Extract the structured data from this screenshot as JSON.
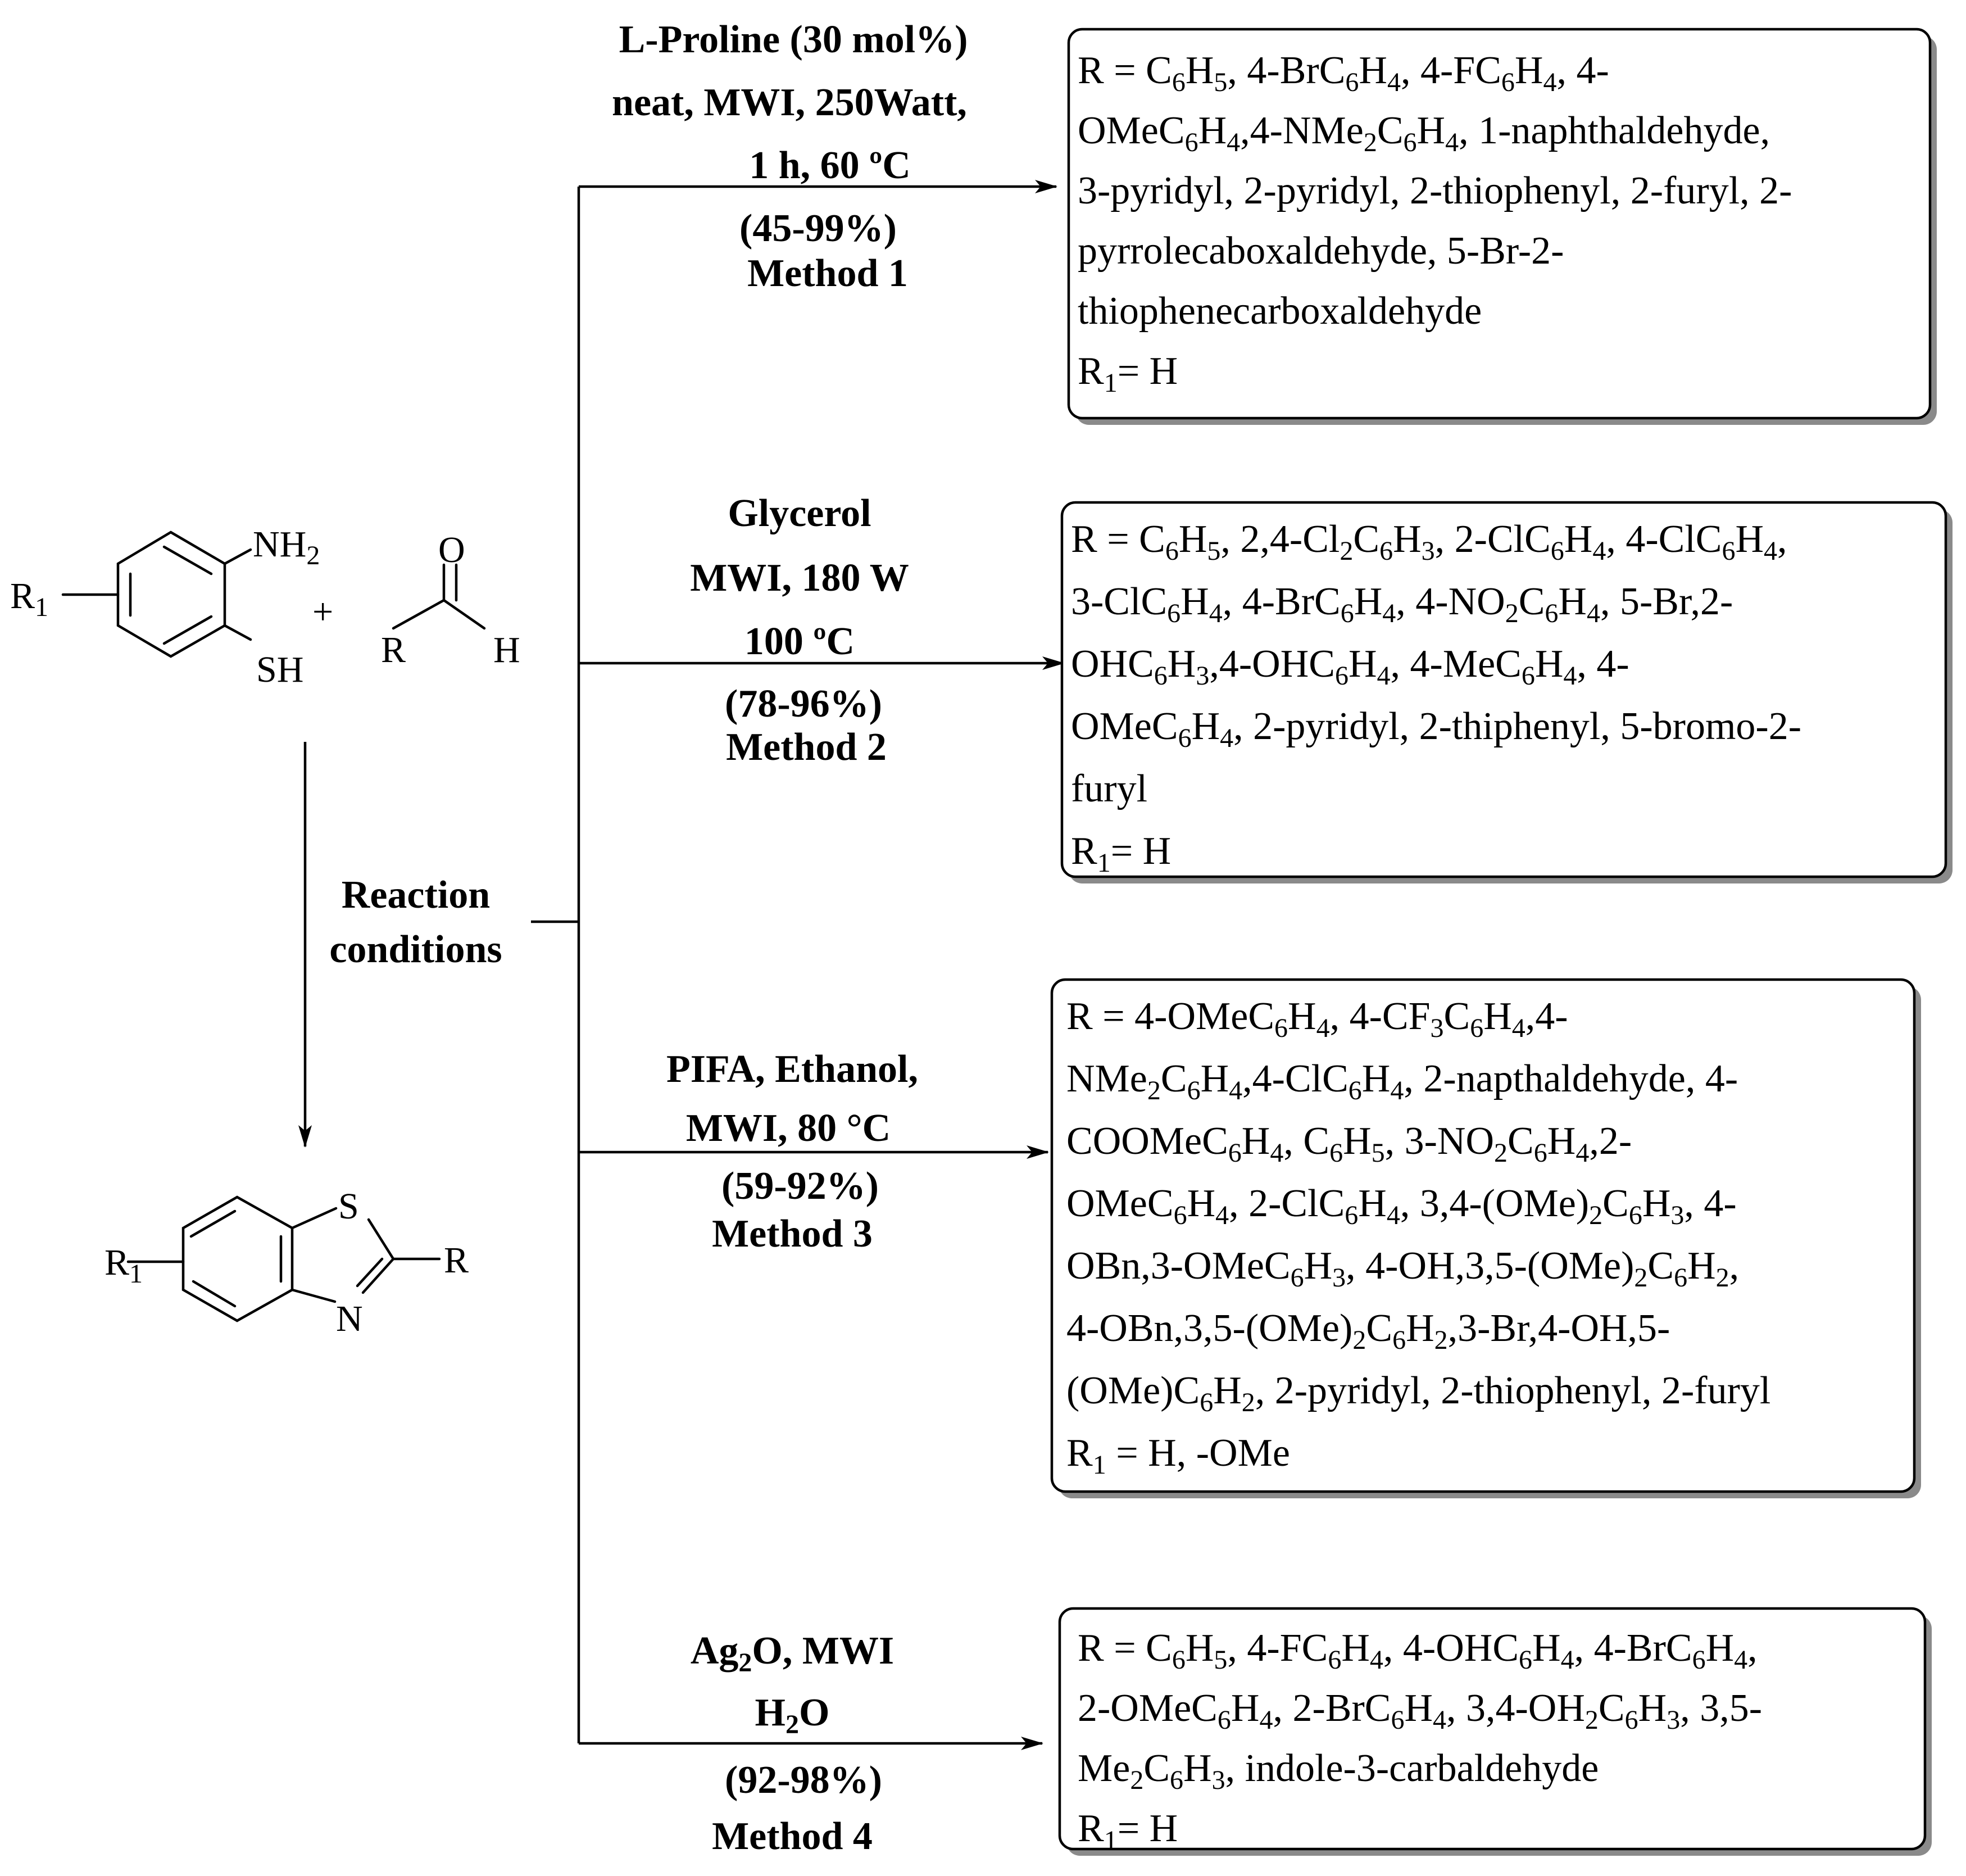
{
  "reactants": {
    "aminothiophenol": {
      "substituent": "R1",
      "amino": "NH2",
      "thiol": "SH"
    },
    "plus": "+",
    "aldehyde": {
      "oxygen": "O",
      "r_group": "R",
      "hydrogen": "H"
    }
  },
  "product": {
    "substituent": "R1",
    "sulfur": "S",
    "nitrogen": "N",
    "r_group": "R"
  },
  "reaction_conditions": {
    "line1": "Reaction",
    "line2": "conditions"
  },
  "methods": [
    {
      "conditions": [
        "L-Proline (30 mol%)",
        "neat, MWI, 250Watt,",
        "1 h, 60 ºC"
      ],
      "yield": "(45-99%)",
      "label": "Method 1",
      "substrates": [
        "R = C6H5, 4-BrC6H4, 4-FC6H4, 4-",
        "OMeC6H4,4-NMe2C6H4, 1-naphthaldehyde,",
        "3-pyridyl, 2-pyridyl, 2-thiophenyl, 2-furyl, 2-",
        "pyrrolecaboxaldehyde, 5-Br-2-",
        "thiophenecarboxaldehyde",
        "R1= H"
      ]
    },
    {
      "conditions": [
        "Glycerol",
        "MWI, 180 W",
        "100 ºC"
      ],
      "yield": "(78-96%)",
      "label": "Method 2",
      "substrates": [
        "R = C6H5, 2,4-Cl2C6H3, 2-ClC6H4, 4-ClC6H4,",
        "3-ClC6H4, 4-BrC6H4, 4-NO2C6H4, 5-Br,2-",
        "OHC6H3,4-OHC6H4, 4-MeC6H4, 4-",
        "OMeC6H4, 2-pyridyl, 2-thiphenyl, 5-bromo-2-",
        "furyl",
        "R1= H"
      ]
    },
    {
      "conditions": [
        "PIFA, Ethanol,",
        "MWI, 80 °C"
      ],
      "yield": "(59-92%)",
      "label": "Method 3",
      "substrates": [
        "R = 4-OMeC6H4, 4-CF3C6H4,4-",
        "NMe2C6H4,4-ClC6H4, 2-napthaldehyde, 4-",
        "COOMeC6H4, C6H5, 3-NO2C6H4,2-",
        "OMeC6H4, 2-ClC6H4, 3,4-(OMe)2C6H3, 4-",
        "OBn,3-OMeC6H3, 4-OH,3,5-(OMe)2C6H2,",
        "4-OBn,3,5-(OMe)2C6H2,3-Br,4-OH,5-",
        "(OMe)C6H2, 2-pyridyl, 2-thiophenyl, 2-furyl",
        "R1 = H, -OMe"
      ]
    },
    {
      "conditions": [
        "Ag2O, MWI",
        "H2O"
      ],
      "yield": "(92-98%)",
      "label": "Method 4",
      "substrates": [
        "R =  C6H5, 4-FC6H4, 4-OHC6H4, 4-BrC6H4,",
        "2-OMeC6H4, 2-BrC6H4, 3,4-OH2C6H3, 3,5-",
        "Me2C6H3, indole-3-carbaldehyde",
        "R1= H"
      ]
    }
  ]
}
